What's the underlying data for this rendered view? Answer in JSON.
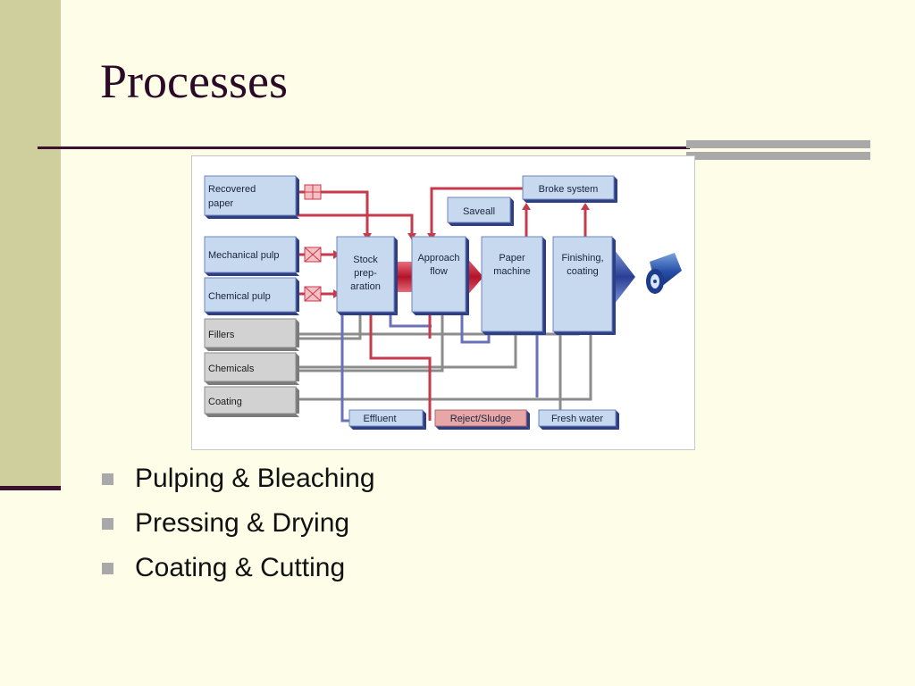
{
  "slide": {
    "title": "Processes",
    "bullets": [
      "Pulping & Bleaching",
      "Pressing & Drying",
      "Coating & Cutting"
    ]
  },
  "diagram": {
    "inputs": {
      "recovered": [
        "Recovered",
        "paper"
      ],
      "mechanical": "Mechanical pulp",
      "chemical": "Chemical pulp",
      "fillers": "Fillers",
      "chemicals": "Chemicals",
      "coating": "Coating"
    },
    "stages": {
      "stock": [
        "Stock",
        "prep-",
        "aration"
      ],
      "approach": [
        "Approach",
        "flow"
      ],
      "paper_machine": [
        "Paper",
        "machine"
      ],
      "finishing": [
        "Finishing,",
        "coating"
      ]
    },
    "outputs": {
      "saveall": "Saveall",
      "broke": "Broke system",
      "effluent": "Effluent",
      "reject": "Reject/Sludge",
      "freshwater": "Fresh water"
    },
    "colors": {
      "box_blue": "#c6d9ee",
      "box_blue_side": "#2d3e86",
      "box_grey": "#d2d2d2",
      "box_grey_side": "#7b7b7b",
      "flow_red": "#c73a4c",
      "flow_blue": "#6b70bb",
      "flow_grey": "#8c8c8c",
      "reject_fill": "#e8a7a7"
    },
    "icons": [
      "valve-icon",
      "paper-roll-icon"
    ]
  }
}
